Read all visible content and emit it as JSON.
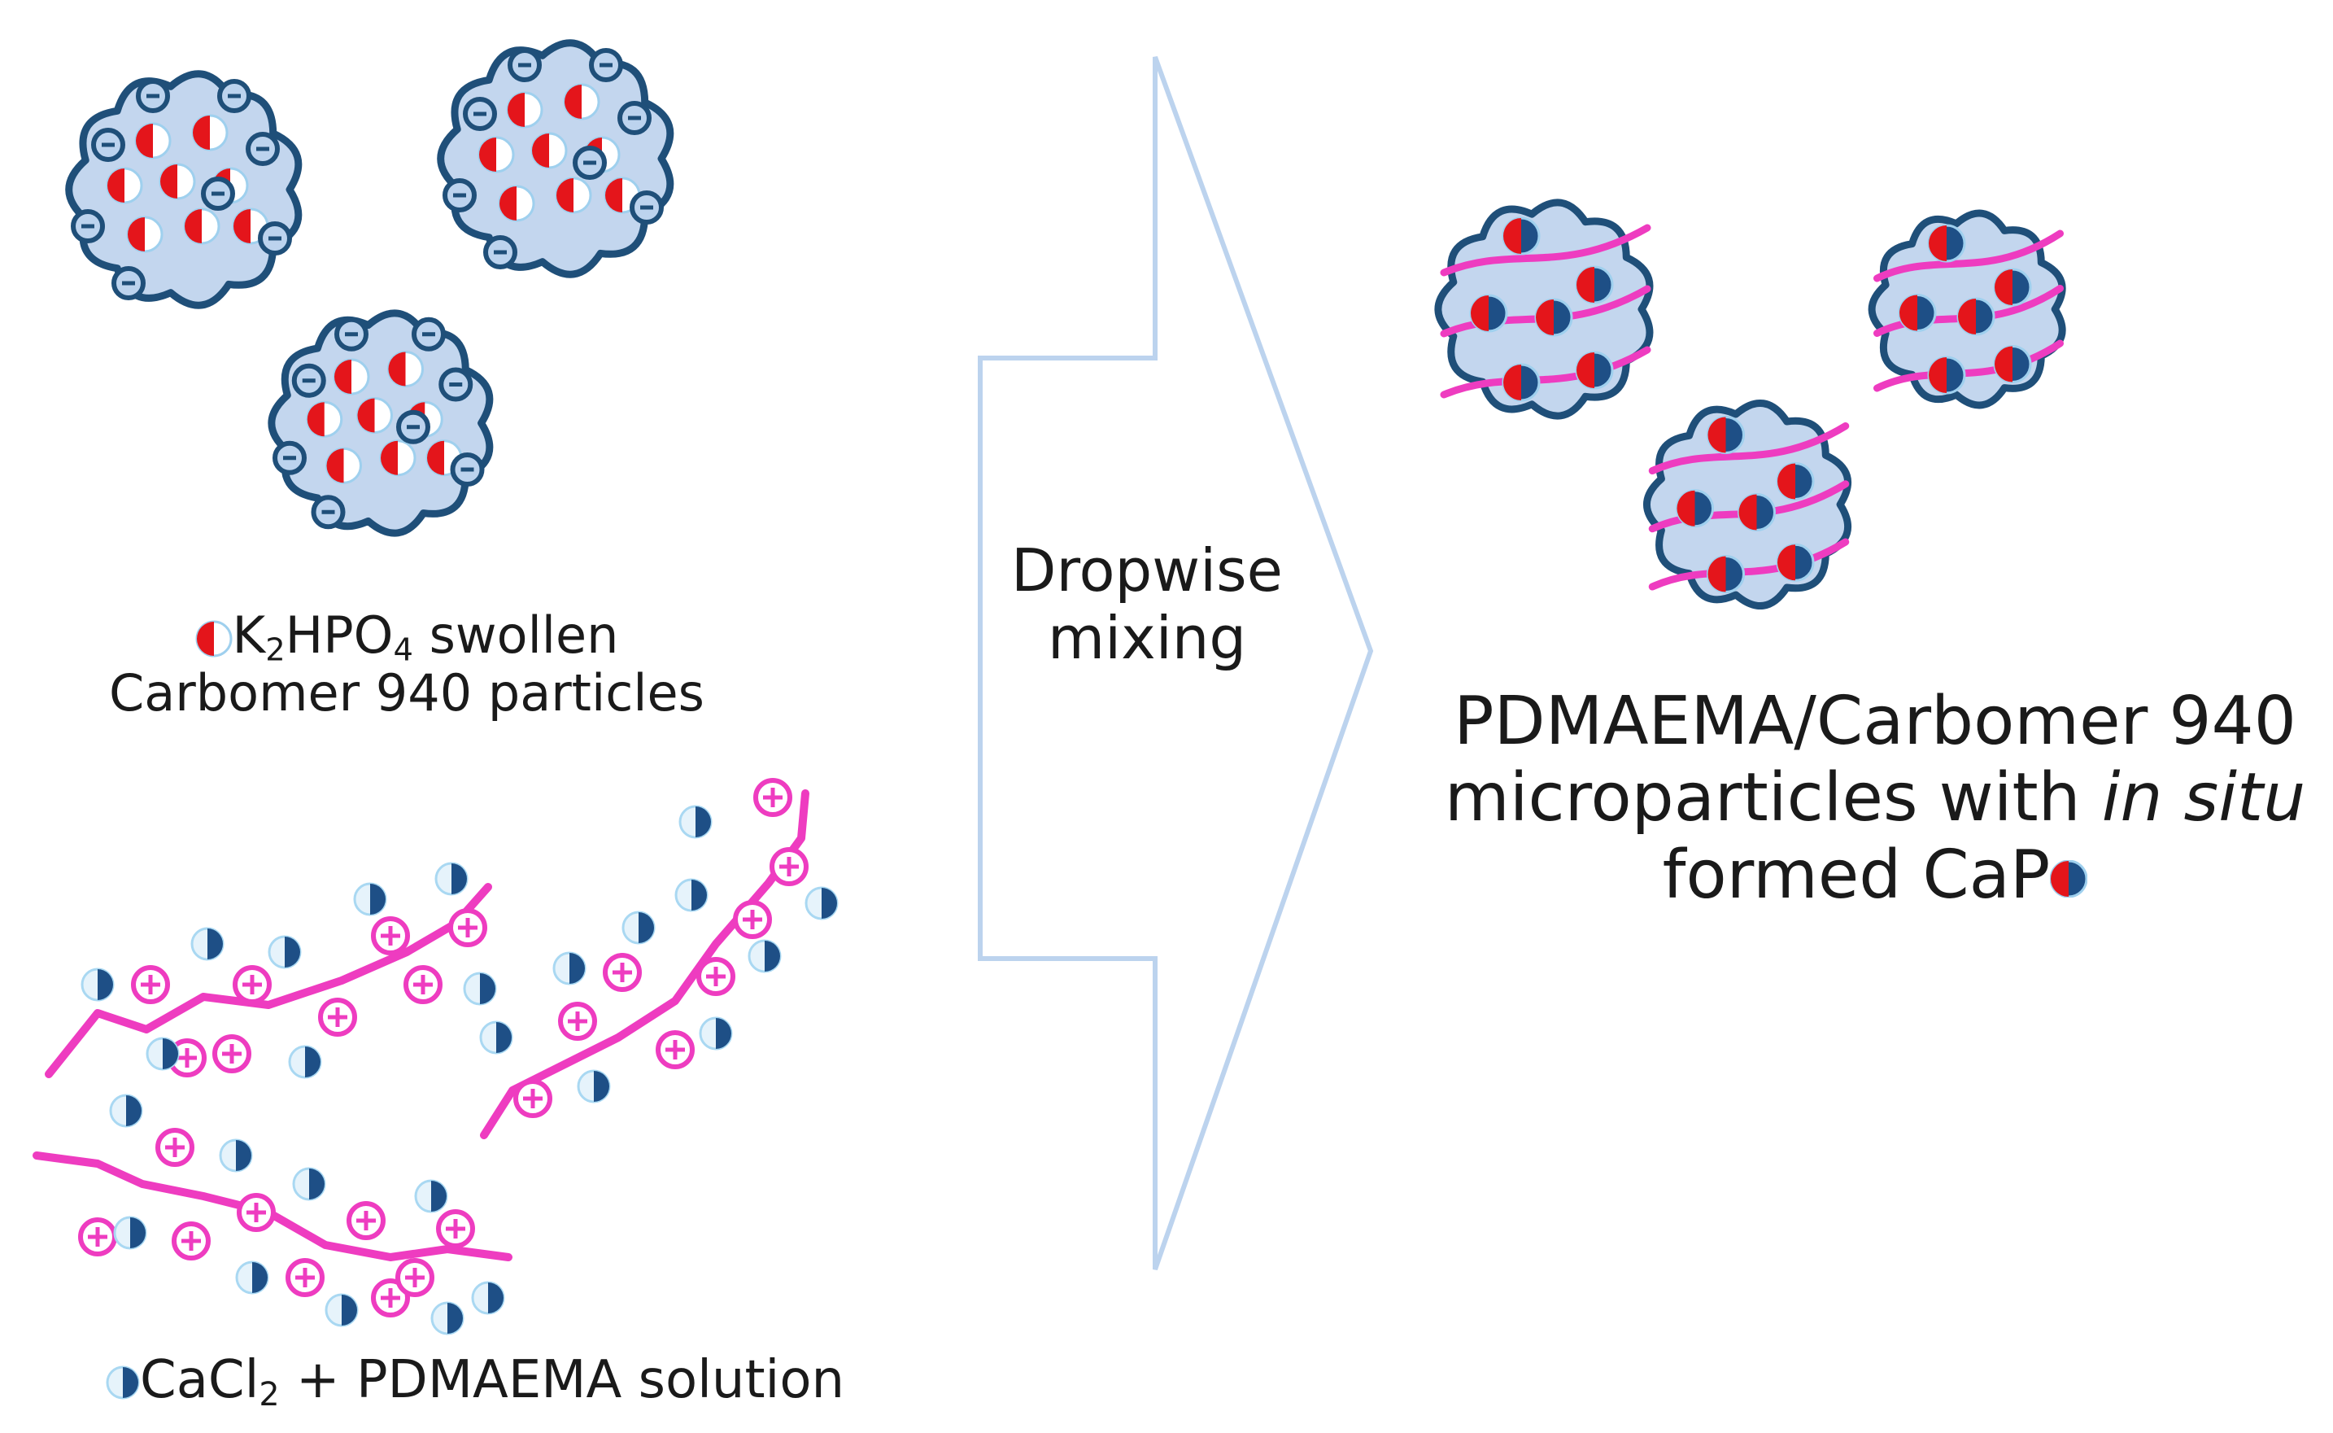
{
  "legend_k2hpo4": {
    "formula_main": "K",
    "formula_sub1": "2",
    "formula_mid": "HPO",
    "formula_sub2": "4",
    "line1_rest": " swollen",
    "line2": "Carbomer 940 particles",
    "dot_colors": {
      "left": "#e4151b",
      "right": "#ffffff"
    }
  },
  "legend_cacl2": {
    "formula_main": "CaCl",
    "formula_sub": "2",
    "rest": " + PDMAEMA solution",
    "dot_colors": {
      "left": "#ffffff",
      "right": "#1e4f86"
    }
  },
  "arrow": {
    "line1": "Dropwise",
    "line2": "mixing",
    "stroke_color": "#bcd3ee"
  },
  "product": {
    "line1": "PDMAEMA/Carbomer 940",
    "line2_start": "microparticles with ",
    "line2_italic": "in situ",
    "line3": "formed CaP",
    "dot_colors": {
      "left": "#e4151b",
      "right": "#1e4f86"
    }
  },
  "colors": {
    "particle_fill": "#c3d6ee",
    "particle_outline": "#1f4f79",
    "polymer_magenta": "#ee3cc0",
    "negative_charge_fill": "#bcd3ee",
    "calcium_halo": "#cfe6f6"
  }
}
